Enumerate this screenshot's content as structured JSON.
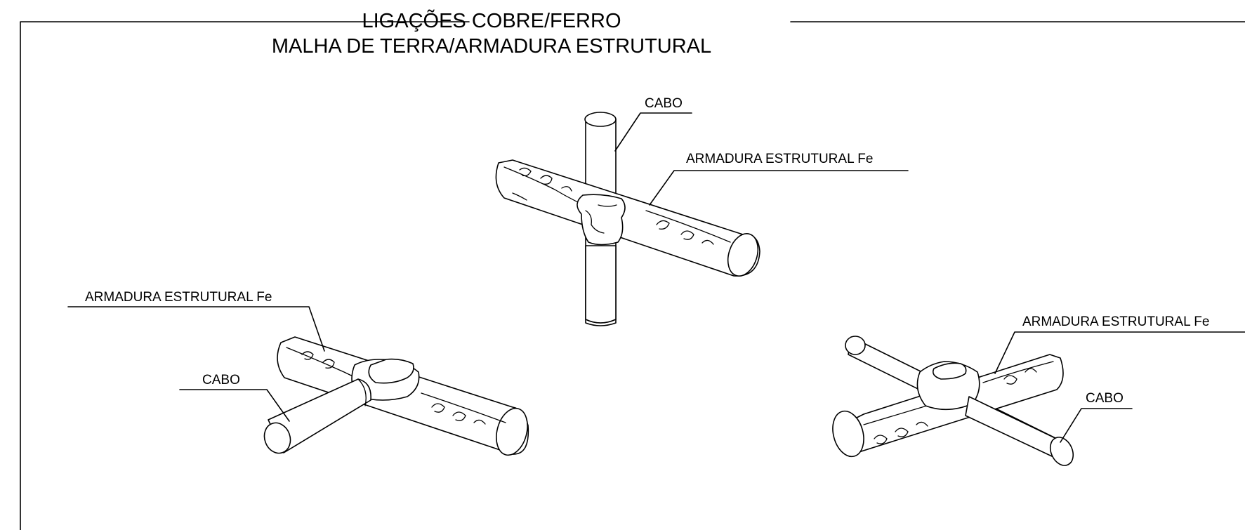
{
  "title": {
    "line1": "LIGAÇÕES COBRE/FERRO",
    "line2": "MALHA DE TERRA/ARMADURA ESTRUTURAL"
  },
  "details": {
    "center": {
      "cable_label": "CABO",
      "rebar_label": "ARMADURA ESTRUTURAL Fe"
    },
    "left": {
      "cable_label": "CABO",
      "rebar_label": "ARMADURA ESTRUTURAL Fe"
    },
    "right": {
      "cable_label": "CABO",
      "rebar_label": "ARMADURA ESTRUTURAL Fe"
    }
  }
}
